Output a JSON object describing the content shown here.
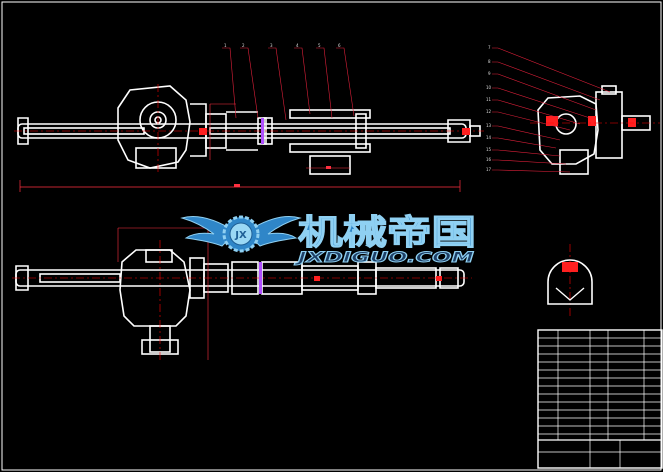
{
  "watermark": {
    "chinese": "机械帝国",
    "url": "JXDIGUO.COM",
    "badge": "JX"
  },
  "colors": {
    "background": "#000000",
    "outline": "#ffffff",
    "leader": "#e0203a",
    "centerline": "#ff0000",
    "accent": "#b050ff",
    "watermark_fill": "#2f86c8",
    "watermark_light": "#8fd0f2"
  },
  "callouts_top_view": [
    "1",
    "2",
    "3",
    "4",
    "5",
    "6"
  ],
  "callouts_section": [
    "7",
    "8",
    "9",
    "10",
    "11",
    "12",
    "13",
    "14",
    "15",
    "16",
    "17"
  ]
}
